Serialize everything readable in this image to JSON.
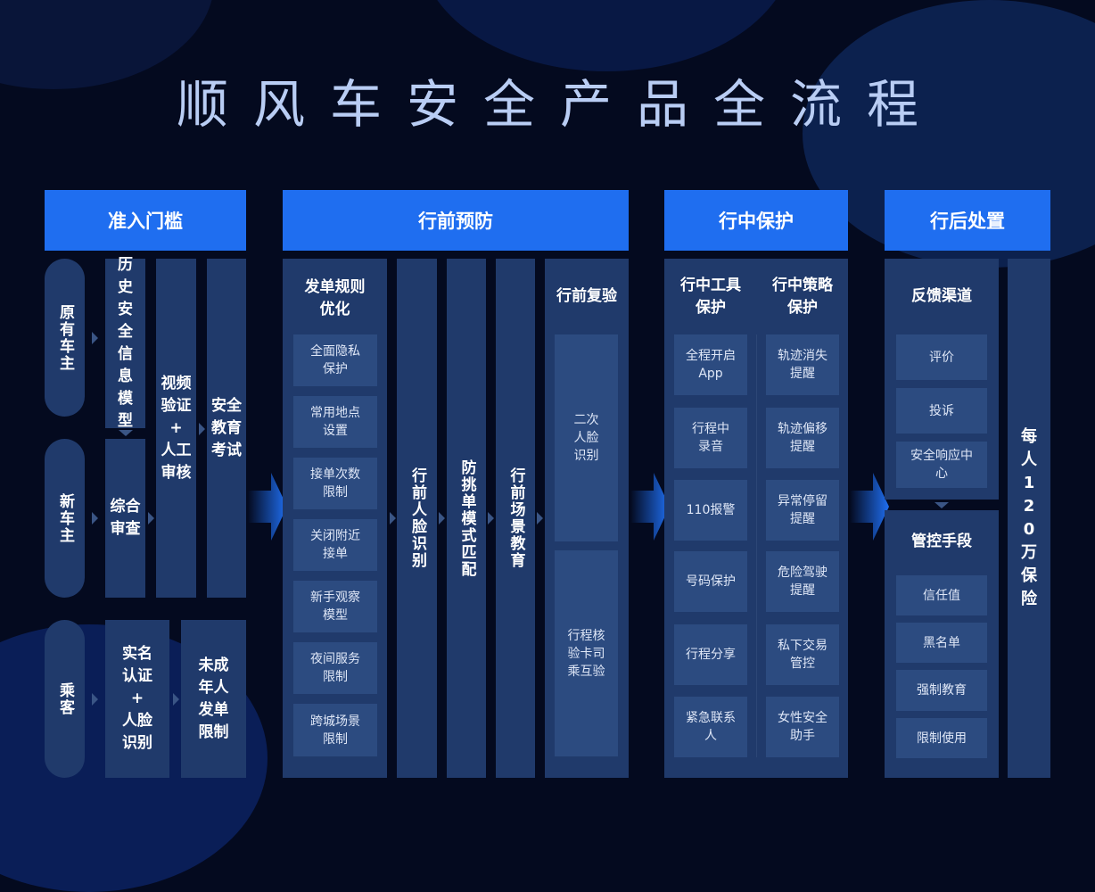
{
  "title": "顺风车安全产品全流程",
  "colors": {
    "background": "#040a1f",
    "header": "#1f6ef0",
    "panel": "#203a6b",
    "box": "#2c4b80",
    "title": "#b9cdf4"
  },
  "stages": [
    {
      "title": "准入门槛",
      "roles": [
        "原有车主",
        "新车主",
        "乘客"
      ],
      "history_model": "历史安全信息模型",
      "review": "综合审查",
      "video": "视频验证\n+\n人工审核",
      "exam": "安全教育考试",
      "realname": "实名认证\n+\n人脸识别",
      "minor": "未成年人发单限制"
    },
    {
      "title": "行前预防",
      "order_rules": {
        "title": "发单规则优化",
        "items": [
          "全面隐私保护",
          "常用地点设置",
          "接单次数限制",
          "关闭附近接单",
          "新手观察模型",
          "夜间服务限制",
          "跨城场景限制"
        ]
      },
      "face": "行前人脸识别",
      "anti_pick": "防挑单模式匹配",
      "scene_edu": "行前场景教育",
      "recheck": {
        "title": "行前复验",
        "items": [
          "二次人脸识别",
          "行程核验卡司乘互验"
        ]
      }
    },
    {
      "title": "行中保护",
      "tools": {
        "title": "行中工具保护",
        "items": [
          "全程开启App",
          "行程中录音",
          "110报警",
          "号码保护",
          "行程分享",
          "紧急联系人"
        ]
      },
      "strategy": {
        "title": "行中策略保护",
        "items": [
          "轨迹消失提醒",
          "轨迹偏移提醒",
          "异常停留提醒",
          "危险驾驶提醒",
          "私下交易管控",
          "女性安全助手"
        ]
      }
    },
    {
      "title": "行后处置",
      "feedback": {
        "title": "反馈渠道",
        "items": [
          "评价",
          "投诉",
          "安全响应中心"
        ]
      },
      "control": {
        "title": "管控手段",
        "items": [
          "信任值",
          "黑名单",
          "强制教育",
          "限制使用"
        ]
      },
      "insurance": "每人120万保险"
    }
  ]
}
